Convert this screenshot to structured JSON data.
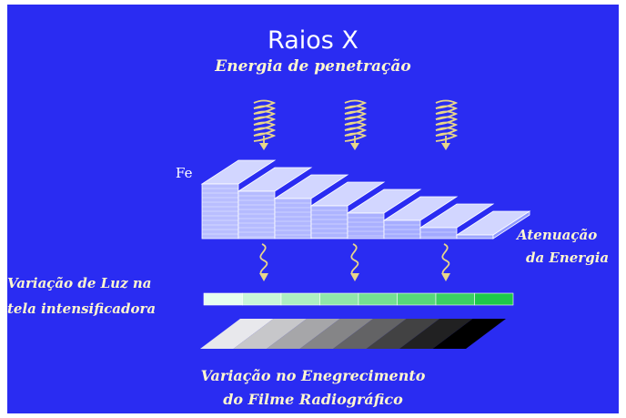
{
  "title": "Raios X",
  "subtitle": "Energia de penetração",
  "step_wedge_label": "Fe",
  "attenuation_label": [
    "Atenuação",
    "da Energia"
  ],
  "screen_label": [
    "Variação de Luz na",
    "tela intensificadora"
  ],
  "film_label": [
    "Variação no Enegrecimento",
    "do Filme Radiográfico"
  ],
  "colors": {
    "background": "#2a2cf2",
    "wedge": "#aeb4ff",
    "arrow": "#e8d68a",
    "screen_start": "#e6fff0",
    "screen_end": "#1ec84a",
    "film_start": "#e8e8ec",
    "film_end": "#000000"
  },
  "icons": {
    "incident_beam": "wavy-arrow-down-icon",
    "transmitted_beam": "wavy-arrow-down-icon"
  },
  "screen_intensity_segments": 8,
  "film_density_segments": 8,
  "wedge_steps": 8
}
